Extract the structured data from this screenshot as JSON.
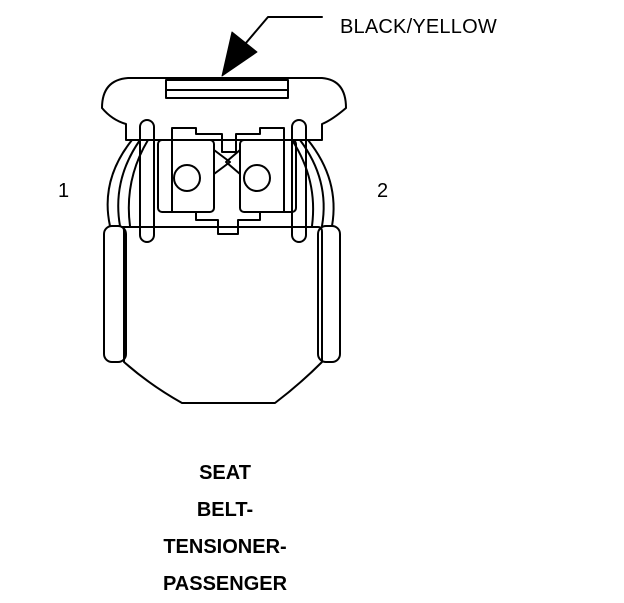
{
  "wire_color_label": "BLACK/YELLOW",
  "pins": {
    "pin1": "1",
    "pin2": "2"
  },
  "connector_name_lines": [
    "SEAT",
    "BELT-",
    "TENSIONER-",
    "PASSENGER"
  ]
}
